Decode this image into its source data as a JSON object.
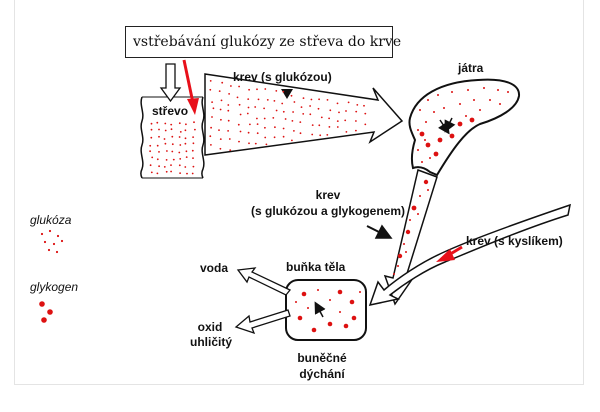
{
  "caption": "vstřebávání glukózy ze střeva do krve",
  "labels": {
    "intestine": "střevo",
    "blood_glucose": "krev (s glukózou)",
    "liver": "játra",
    "blood_glucose_glycogen_1": "krev",
    "blood_glucose_glycogen_2": "(s glukózou a glykogenem)",
    "blood_oxygen": "krev (s kyslíkem)",
    "body_cell": "buňka těla",
    "water": "voda",
    "co2_1": "oxid",
    "co2_2": "uhličitý",
    "respiration_1": "buněčné",
    "respiration_2": "dýchání"
  },
  "legend": {
    "glucose": "glukóza",
    "glycogen": "glykogen"
  },
  "colors": {
    "dots": "#dd1111",
    "red_arrow": "#e8101a",
    "outline": "#111111"
  }
}
